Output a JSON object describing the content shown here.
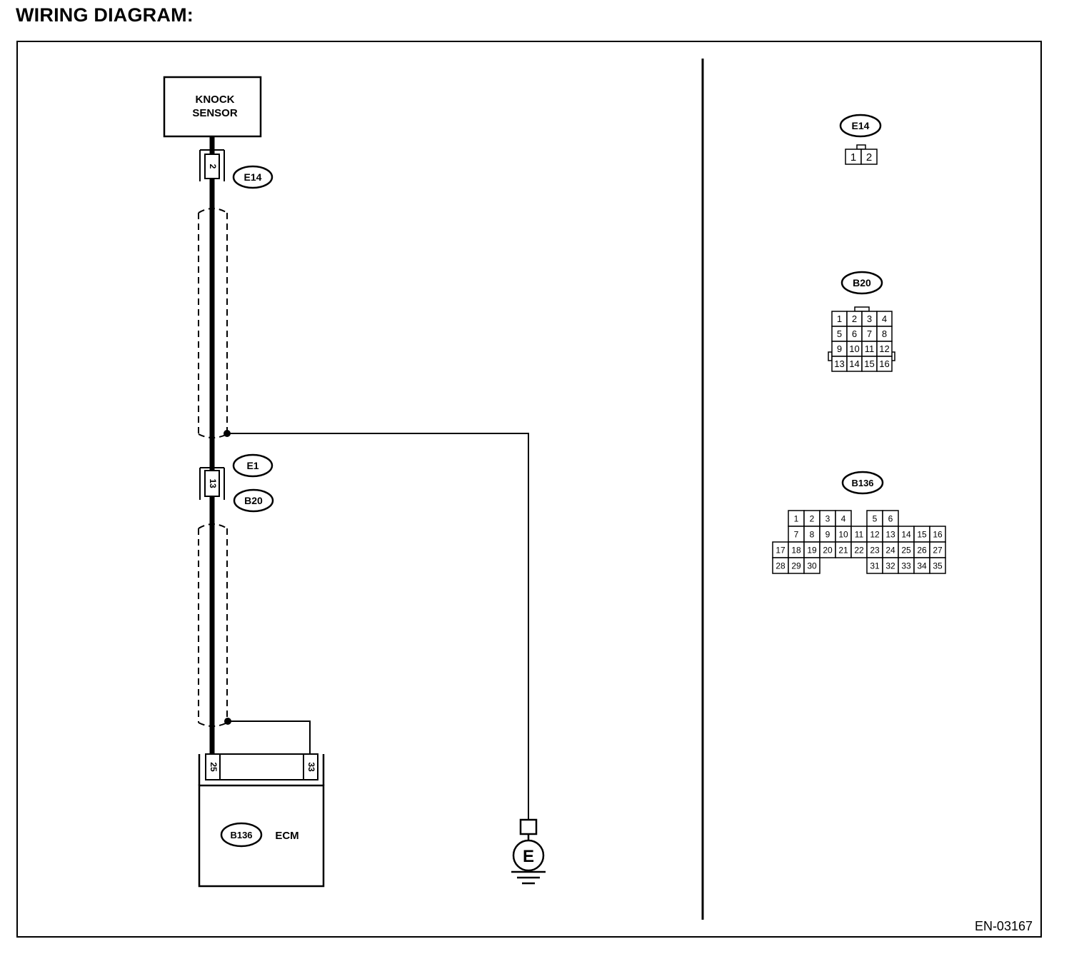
{
  "title": "WIRING DIAGRAM:",
  "figure_id": "EN-03167",
  "components": {
    "knock_sensor": {
      "line1": "KNOCK",
      "line2": "SENSOR"
    },
    "ecm": {
      "label": "ECM",
      "connector": "B136"
    },
    "ground": {
      "label": "E"
    }
  },
  "harness": {
    "top_connector": {
      "tag": "E14",
      "pin": "2"
    },
    "mid_connector": {
      "tags": [
        "E1",
        "B20"
      ],
      "pin": "13"
    },
    "ecm_pins": [
      "25",
      "33"
    ]
  },
  "connector_views": [
    {
      "tag": "E14",
      "rows": [
        [
          "1",
          "2"
        ]
      ]
    },
    {
      "tag": "B20",
      "rows": [
        [
          "1",
          "2",
          "3",
          "4"
        ],
        [
          "5",
          "6",
          "7",
          "8"
        ],
        [
          "9",
          "10",
          "11",
          "12"
        ],
        [
          "13",
          "14",
          "15",
          "16"
        ]
      ]
    },
    {
      "tag": "B136",
      "rows": [
        [
          "1",
          "2",
          "3",
          "4",
          "",
          "5",
          "6"
        ],
        [
          "",
          "7",
          "8",
          "9",
          "10",
          "11",
          "12",
          "13",
          "14",
          "15",
          "16"
        ],
        [
          "17",
          "18",
          "19",
          "20",
          "21",
          "22",
          "23",
          "24",
          "25",
          "26",
          "27"
        ],
        [
          "28",
          "29",
          "30",
          "",
          "",
          "",
          "31",
          "32",
          "33",
          "34",
          "35"
        ]
      ]
    }
  ]
}
